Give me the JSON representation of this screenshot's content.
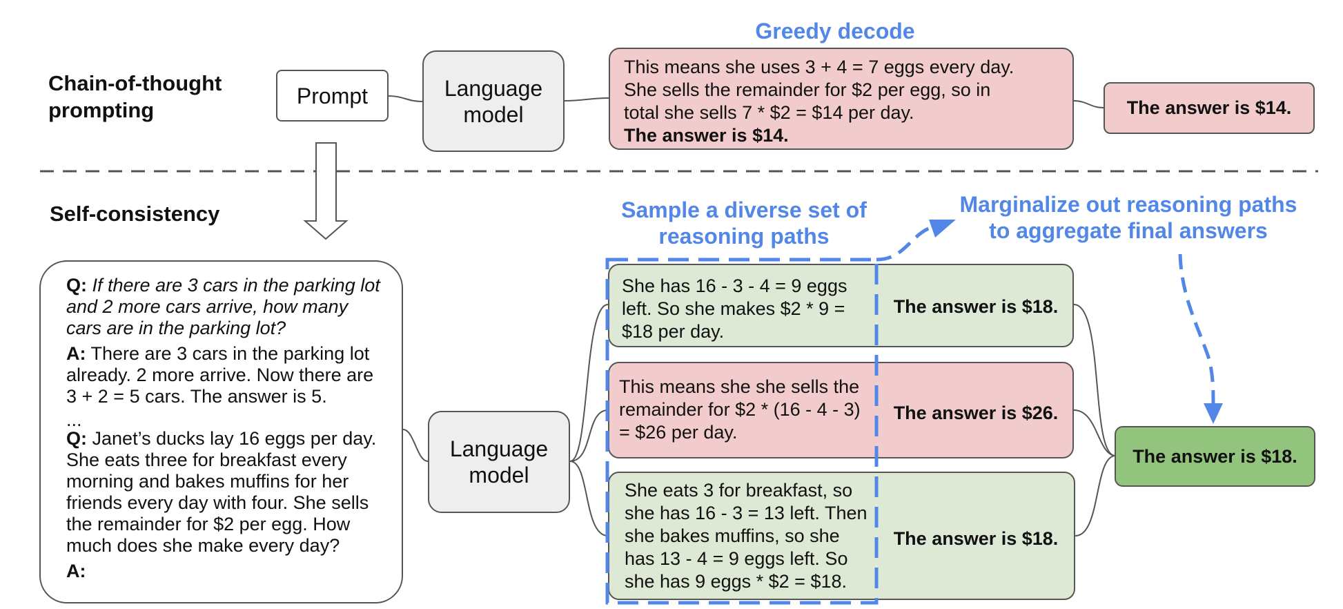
{
  "sections": {
    "cot_label": [
      "Chain-of-thought",
      "prompting"
    ],
    "sc_label": "Self-consistency"
  },
  "top": {
    "prompt": "Prompt",
    "lm": [
      "Language",
      "model"
    ],
    "greedy_title": "Greedy decode",
    "greedy_lines": [
      "This means she uses 3 + 4 = 7 eggs every day.",
      "She sells the remainder for $2 per egg, so in",
      "total she sells 7 * $2 = $14 per day."
    ],
    "greedy_answer": "The answer is $14.",
    "final": "The answer is $14."
  },
  "prompt_box": {
    "q1_label": "Q:",
    "q1": "If there are 3 cars in the parking lot and 2 more cars arrive, how many cars are in the parking lot?",
    "a1_label": "A:",
    "a1": "There are 3 cars in the parking lot already. 2 more arrive. Now there are 3 + 2 = 5 cars. The answer is 5.",
    "ellipsis": "...",
    "q2_label": "Q:",
    "q2": "Janet’s ducks lay 16 eggs per day. She eats three for breakfast every morning and bakes muffins for her friends every day with four. She sells the remainder for $2 per egg. How much does she make every day?",
    "a2_label": "A:"
  },
  "bottom": {
    "lm": [
      "Language",
      "model"
    ],
    "sample_title": [
      "Sample a diverse set of",
      "reasoning paths"
    ],
    "marg_title": [
      "Marginalize out reasoning paths",
      "to aggregate final answers"
    ],
    "paths": [
      {
        "lines": [
          "She has 16 - 3 - 4 = 9 eggs",
          "left. So she makes $2 * 9 =",
          "$18 per day."
        ],
        "answer": "The answer is $18.",
        "color": "#dde9d4"
      },
      {
        "lines": [
          "This means she she sells the",
          "remainder for $2 * (16 - 4 - 3)",
          "= $26 per day."
        ],
        "answer": "The answer is $26.",
        "color": "#f2cccc"
      },
      {
        "lines": [
          "She eats 3 for breakfast, so",
          "she has 16 - 3 = 13 left. Then",
          "she bakes muffins, so she",
          "has 13 - 4 = 9 eggs left. So",
          "she has 9 eggs * $2 = $18."
        ],
        "answer": "The answer is $18.",
        "color": "#dde9d4"
      }
    ],
    "final": "The answer is $18.",
    "final_color": "#93c47d"
  },
  "colors": {
    "accent": "#5287e8",
    "border": "#555555"
  }
}
